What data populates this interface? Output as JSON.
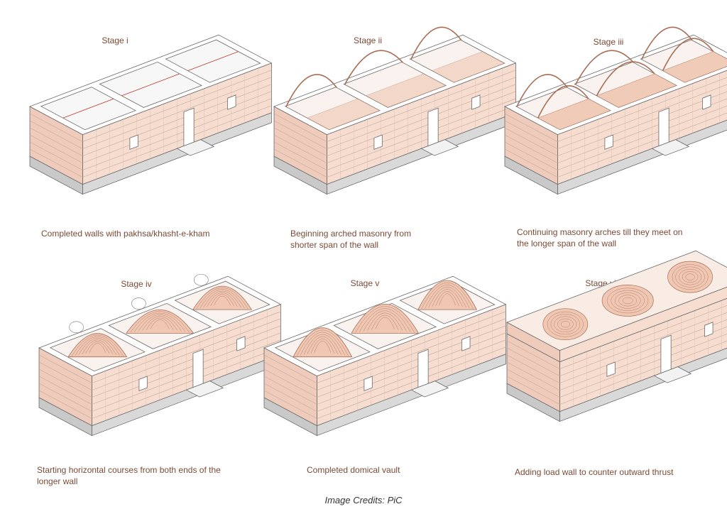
{
  "stages": [
    {
      "title": "Stage i",
      "caption": "Completed walls with pakhsa/khasht-e-kham",
      "roof": "open"
    },
    {
      "title": "Stage ii",
      "caption": "Beginning arched masonry from shorter span of the wall",
      "roof": "arches-start"
    },
    {
      "title": "Stage iii",
      "caption": "Continuing masonry arches till they meet on the longer span of the wall",
      "roof": "arches-meet"
    },
    {
      "title": "Stage iv",
      "caption": "Starting horizontal courses from both ends of the longer wall",
      "roof": "courses"
    },
    {
      "title": "Stage v",
      "caption": "Completed domical vault",
      "roof": "vault"
    },
    {
      "title": "Stage vi",
      "caption": "Adding load wall to counter outward thrust",
      "roof": "load-wall"
    }
  ],
  "credit": "Image Credits: PiC",
  "colors": {
    "wall_face": "#f6ddd0",
    "wall_side": "#eecbbb",
    "plinth": "#d9d9d9",
    "top": "#ffffff",
    "vault": "#efc7b2",
    "vault_line": "#a86e55",
    "text": "#7a4a36",
    "red_line": "#c2362b"
  }
}
